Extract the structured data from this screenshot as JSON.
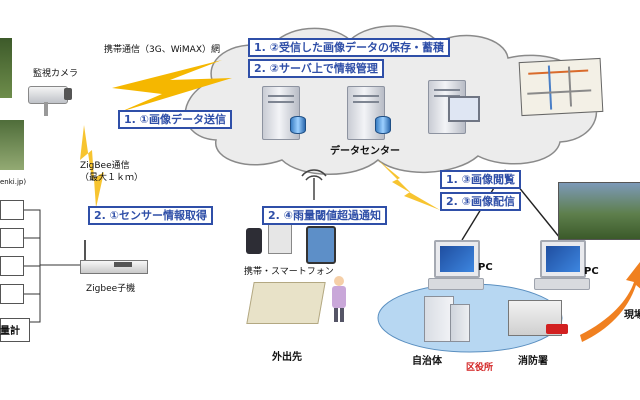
{
  "top_left": {
    "network": "携帯通信（3G、WiMAX）網",
    "camera": "監視カメラ"
  },
  "cloud": {
    "datacenter": "データセンター"
  },
  "steps": {
    "s1_2": "1. ②受信した画像データの保存・蓄積",
    "s2_2": "2. ②サーバ上で情報管理",
    "s1_1": "1. ①画像データ送信",
    "s1_3": "1. ③画像閲覧",
    "s2_3": "2. ③画像配信",
    "s2_1": "2. ①センサー情報取得",
    "s2_4": "2. ④雨量閾値超過通知"
  },
  "zigbee": {
    "comm": "ZigBee通信",
    "range": "（最大１ｋｍ）",
    "child": "Zigbee子機"
  },
  "left_edge": {
    "url_fragment": "enki.jp)",
    "gauge": "量計"
  },
  "mobile": {
    "label": "携帯・スマートフォン",
    "place": "外出先"
  },
  "pcs": {
    "pc1": "PC",
    "pc2": "PC"
  },
  "orgs": {
    "municipality": "自治体",
    "ward_office": "区役所",
    "fire": "消防署"
  },
  "right_edge": {
    "scene": "現場"
  },
  "colors": {
    "step_border": "#2f4fa8",
    "lightning": "#f5b700",
    "ward_office": "#d22020",
    "arrow": "#f08020"
  }
}
